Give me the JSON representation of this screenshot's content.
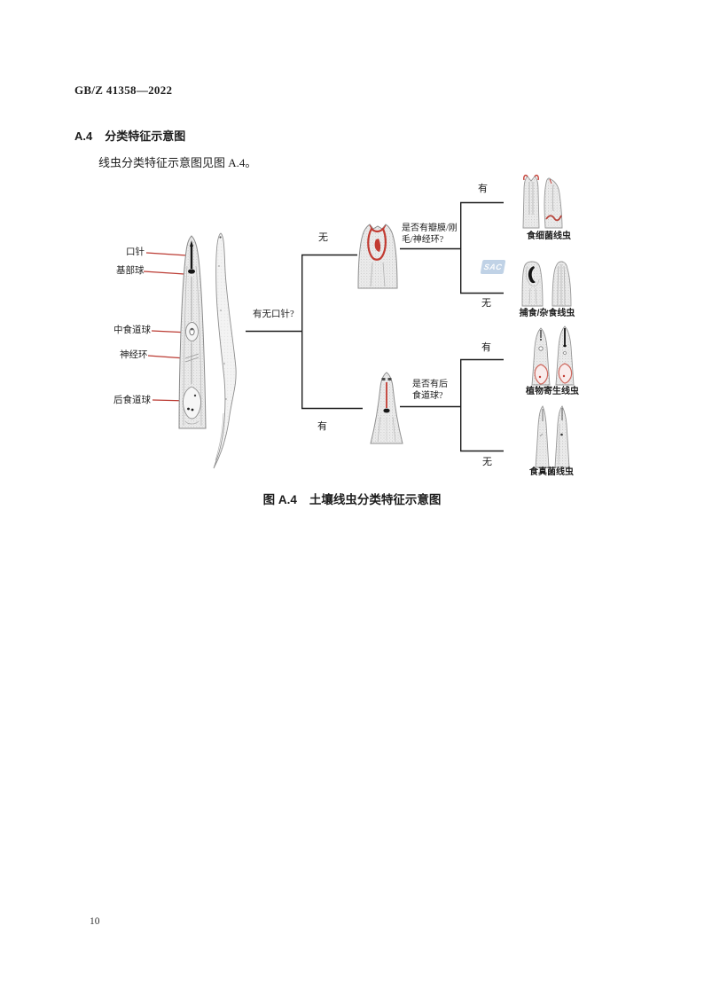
{
  "page": {
    "header": "GB/Z 41358—2022",
    "page_number": "10"
  },
  "section": {
    "number": "A.4",
    "title": "分类特征示意图",
    "body_text": "线虫分类特征示意图见图 A.4。"
  },
  "figure": {
    "caption_prefix": "图 A.4",
    "caption_title": "土壤线虫分类特征示意图",
    "anatomy_labels": [
      "口针",
      "基部球",
      "中食道球",
      "神经环",
      "后食道球"
    ],
    "tree": {
      "root_question": "有无口针?",
      "root_no": "无",
      "root_yes": "有",
      "q1": "是否有瓣膜/刚毛/神经环?",
      "q1_yes": "有",
      "q1_no": "无",
      "q2": "是否有后食道球?",
      "q2_yes": "有",
      "q2_no": "无",
      "leaves": [
        "食细菌线虫",
        "捕食/杂食线虫",
        "植物寄生线虫",
        "食真菌线虫"
      ]
    },
    "watermark": "SAC",
    "colors": {
      "leader_line_red": "#bb3b33",
      "red_accent": "#c23b32",
      "tree_line": "#1c1c1c",
      "watermark_blue": "#82a6cd",
      "illustration_gray": "#8e8e8e"
    }
  }
}
